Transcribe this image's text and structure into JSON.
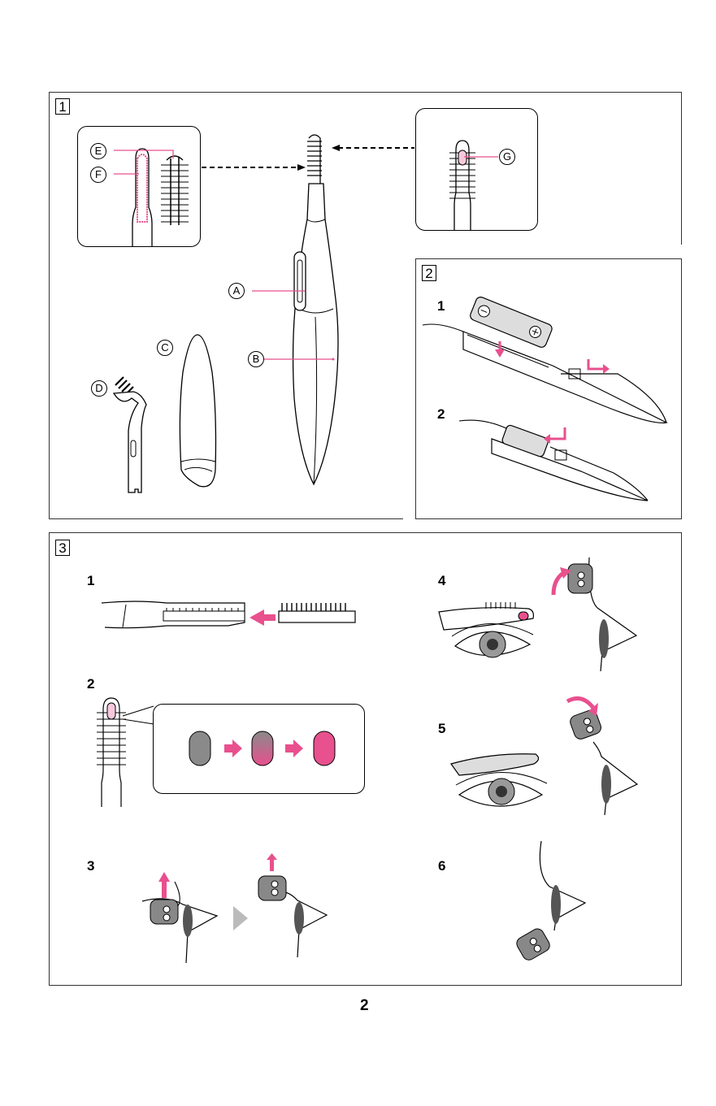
{
  "sections": {
    "s1": "1",
    "s2": "2",
    "s3": "3"
  },
  "parts": {
    "A": "A",
    "B": "B",
    "C": "C",
    "D": "D",
    "E": "E",
    "F": "F",
    "G": "G"
  },
  "section2_steps": [
    "1",
    "2"
  ],
  "section3_steps": [
    "1",
    "2",
    "3",
    "4",
    "5",
    "6"
  ],
  "page_number": "2",
  "colors": {
    "accent": "#e8508e",
    "indicator_off": "#8a8a8a",
    "line": "#000000"
  }
}
